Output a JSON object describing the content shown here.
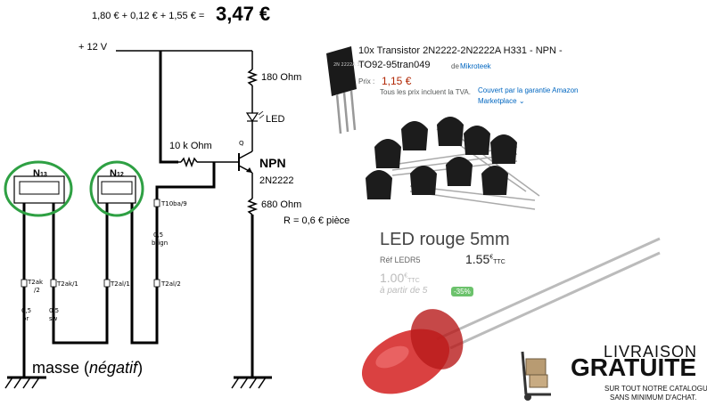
{
  "header": {
    "price_formula": "1,80 € + 0,12 € + 1,55 € =",
    "price_total": "3,47 €"
  },
  "circuit": {
    "supply_label": "+ 12 V",
    "r1_label": "180 Ohm",
    "led_label": "LED",
    "rbase_label": "10 k Ohm",
    "q_label": "Q",
    "npn_label": "NPN",
    "npn_part": "2N2222",
    "r2_label": "680 Ohm",
    "resistor_price": "R = 0,6 € pièce",
    "ground_label_prefix": "masse (",
    "ground_label_italic": "négatif",
    "ground_label_suffix": ")",
    "connectors": {
      "n13": "N",
      "n13_sub": "13",
      "n12": "N",
      "n12_sub": "12"
    },
    "pins": {
      "t10ba": "T10ba/9",
      "t2ak2": "T2ak",
      "t2ak2_sub": "/2",
      "t2ak1": "T2ak/1",
      "t2al1": "T2al/1",
      "t2al2": "T2al/2"
    },
    "wires": {
      "w1": "0,5",
      "w1c": "br",
      "w2": "0,5",
      "w2c": "sw",
      "w3": "0,5",
      "w3c": "brign"
    }
  },
  "product_transistor": {
    "title_line1": "10x Transistor 2N2222-2N2222A H331 - NPN -",
    "title_line2": "TO92-95tran049",
    "seller_prefix": "de",
    "seller": "Mikroteek",
    "price_label": "Prix :",
    "price": "1,15 €",
    "vat_note": "Tous les prix incluent la TVA.",
    "guarantee": "Couvert par la garantie Amazon",
    "marketplace": "Marketplace",
    "chip_marking": "2N 2222A 331"
  },
  "product_led": {
    "title": "LED rouge 5mm",
    "ref": "Réf LEDR5",
    "price": "1.55",
    "price_unit": "€",
    "price_ttc": "TTC",
    "old_price": "1.00",
    "old_unit": "€",
    "old_ttc": "TTC",
    "from_qty": "à partir de 5",
    "discount": "-35%"
  },
  "shipping_badge": {
    "line1": "LIVRAISON",
    "line2": "GRATUITE",
    "sub1": "SUR TOUT NOTRE CATALOGUE,",
    "sub2": "SANS MINIMUM D'ACHAT."
  },
  "colors": {
    "wire": "#000000",
    "circle": "#2ea043",
    "led_red": "#d42020",
    "amazon_blue": "#0066c0",
    "amazon_price": "#b12704",
    "badge_green": "#6cc26c"
  }
}
